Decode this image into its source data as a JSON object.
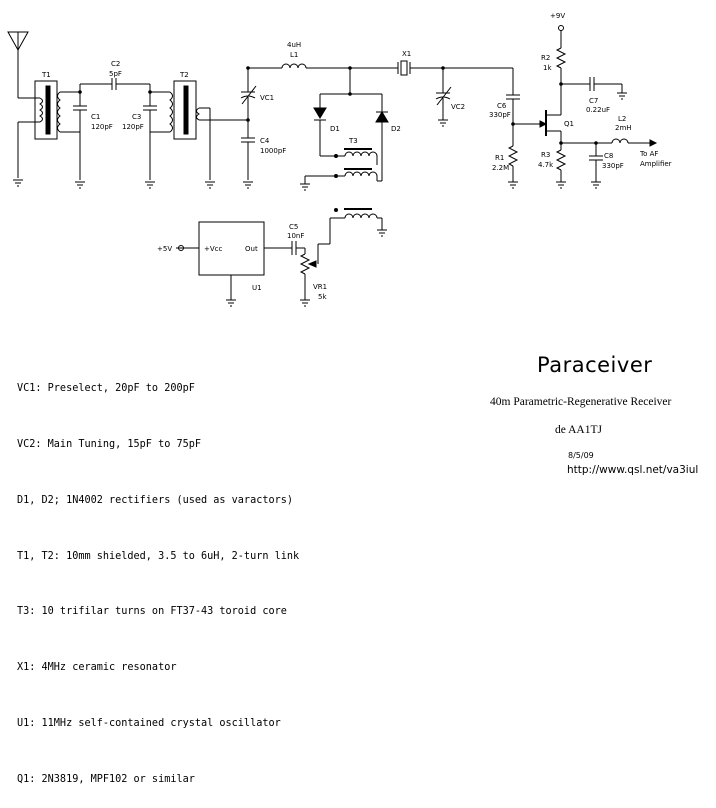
{
  "title": "Paraceiver",
  "subtitle": "40m Parametric-Regenerative Receiver",
  "author": "de AA1TJ",
  "date": "8/5/09",
  "url": "http://www.qsl.net/va3iul",
  "notes": [
    "VC1: Preselect, 20pF to 200pF",
    "VC2: Main Tuning, 15pF to 75pF",
    "D1, D2; 1N4002 rectifiers (used as varactors)",
    "T1, T2: 10mm shielded, 3.5 to 6uH, 2-turn link",
    "T3: 10 trifilar turns on FT37-43 toroid core",
    "X1: 4MHz ceramic resonator",
    "U1: 11MHz self-contained crystal oscillator",
    "Q1: 2N3819, MPF102 or similar"
  ],
  "components": {
    "T1": "T1",
    "T2": "T2",
    "T3": "T3",
    "C1": {
      "name": "C1",
      "value": "120pF"
    },
    "C2": {
      "name": "C2",
      "value": "5pF"
    },
    "C3": {
      "name": "C3",
      "value": "120pF"
    },
    "C4": {
      "name": "C4",
      "value": "1000pF"
    },
    "C5": {
      "name": "C5",
      "value": "10nF"
    },
    "C6": {
      "name": "C6",
      "value": "330pF"
    },
    "C7": {
      "name": "C7",
      "value": "0.22uF"
    },
    "C8": {
      "name": "C8",
      "value": "330pF"
    },
    "L1": {
      "name": "L1",
      "value": "4uH"
    },
    "L2": {
      "name": "L2",
      "value": "2mH"
    },
    "VC1": "VC1",
    "VC2": "VC2",
    "X1": "X1",
    "D1": "D1",
    "D2": "D2",
    "R1": {
      "name": "R1",
      "value": "2.2M"
    },
    "R2": {
      "name": "R2",
      "value": "1k"
    },
    "R3": {
      "name": "R3",
      "value": "4.7k"
    },
    "VR1": {
      "name": "VR1",
      "value": "5k"
    },
    "Q1": "Q1",
    "U1": {
      "name": "U1",
      "vcc_pin": "+Vcc",
      "out_pin": "Out"
    },
    "supply_9v": "+9V",
    "supply_5v": "+5V",
    "output_label_1": "To AF",
    "output_label_2": "Amplifier"
  }
}
